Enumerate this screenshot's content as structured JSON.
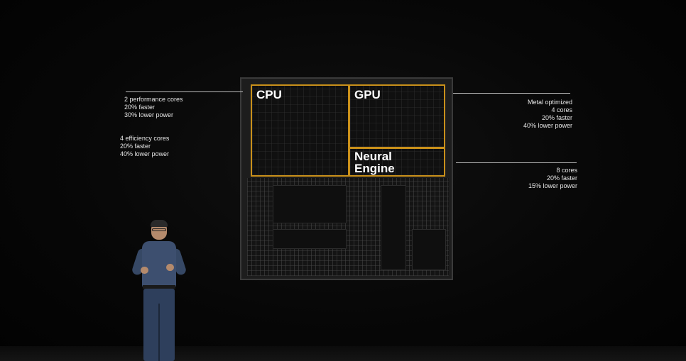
{
  "chip": {
    "regions": {
      "cpu": "CPU",
      "gpu": "GPU",
      "neural_engine": "Neural\nEngine"
    },
    "highlight_color": "#c9901a"
  },
  "annotations": {
    "cpu_performance": [
      "2 performance cores",
      "20% faster",
      "30% lower power"
    ],
    "cpu_efficiency": [
      "4 efficiency cores",
      "20% faster",
      "40% lower power"
    ],
    "gpu": [
      "Metal optimized",
      "4 cores",
      "20% faster",
      "40% lower power"
    ],
    "neural_engine": [
      "8 cores",
      "20% faster",
      "15% lower power"
    ]
  }
}
